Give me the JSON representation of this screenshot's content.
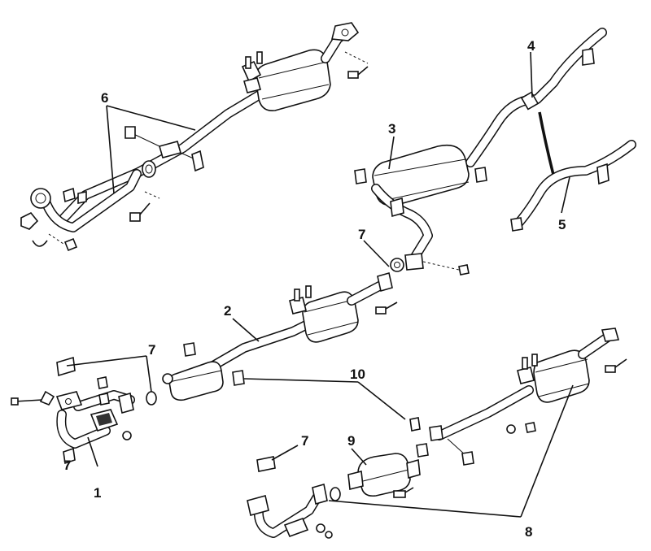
{
  "callouts": [
    "1",
    "2",
    "3",
    "4",
    "5",
    "6",
    "7",
    "7",
    "7",
    "7",
    "8",
    "8",
    "9",
    "10"
  ]
}
